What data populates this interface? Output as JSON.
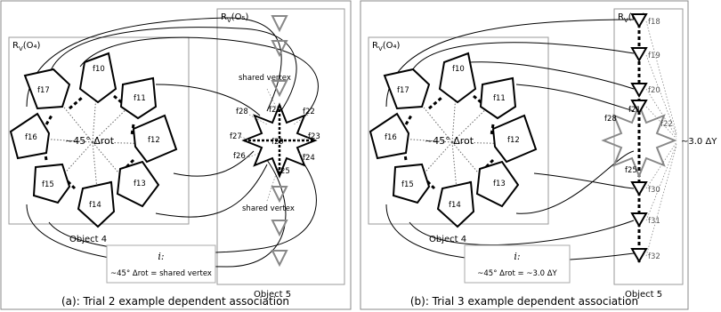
{
  "panel_a": {
    "caption": "(a): Trial 2 example dependent association",
    "region_left": "R",
    "region_left_sub": "V",
    "region_left_arg": "(O₄)",
    "region_right": "R",
    "region_right_sub": "V",
    "region_right_arg": "(O₅)",
    "rotation_text": "~45° Δrot",
    "shared_top": "shared vertex",
    "shared_bottom": "shared vertex",
    "object_left": "Object 4",
    "object_right": "Object 5",
    "legend_i": "i:",
    "legend_text": "~45° Δrot = shared vertex",
    "faces_left": [
      "f10",
      "f11",
      "f12",
      "f13",
      "f14",
      "f15",
      "f16",
      "f17"
    ],
    "faces_right": [
      "f21",
      "f22",
      "f23",
      "f24",
      "f25",
      "f26",
      "f27",
      "f28",
      "f29"
    ]
  },
  "panel_b": {
    "caption": "(b): Trial 3 example dependent association",
    "region_left": "R",
    "region_left_sub": "V",
    "region_left_arg": "(O₄)",
    "region_right": "R",
    "region_right_sub": "V",
    "region_right_arg": "(O₅)",
    "rotation_text": "~45° Δrot",
    "dy_text": "~3.0 ΔY",
    "object_left": "Object 4",
    "object_right": "Object 5",
    "legend_i": "i:",
    "legend_text": "~45° Δrot = ~3.0 ΔY",
    "faces_left": [
      "f10",
      "f11",
      "f12",
      "f13",
      "f14",
      "f15",
      "f16",
      "f17"
    ],
    "faces_right": [
      "f18",
      "f19",
      "f20",
      "f21",
      "f22",
      "f25",
      "f28",
      "f30",
      "f31",
      "f32"
    ]
  }
}
